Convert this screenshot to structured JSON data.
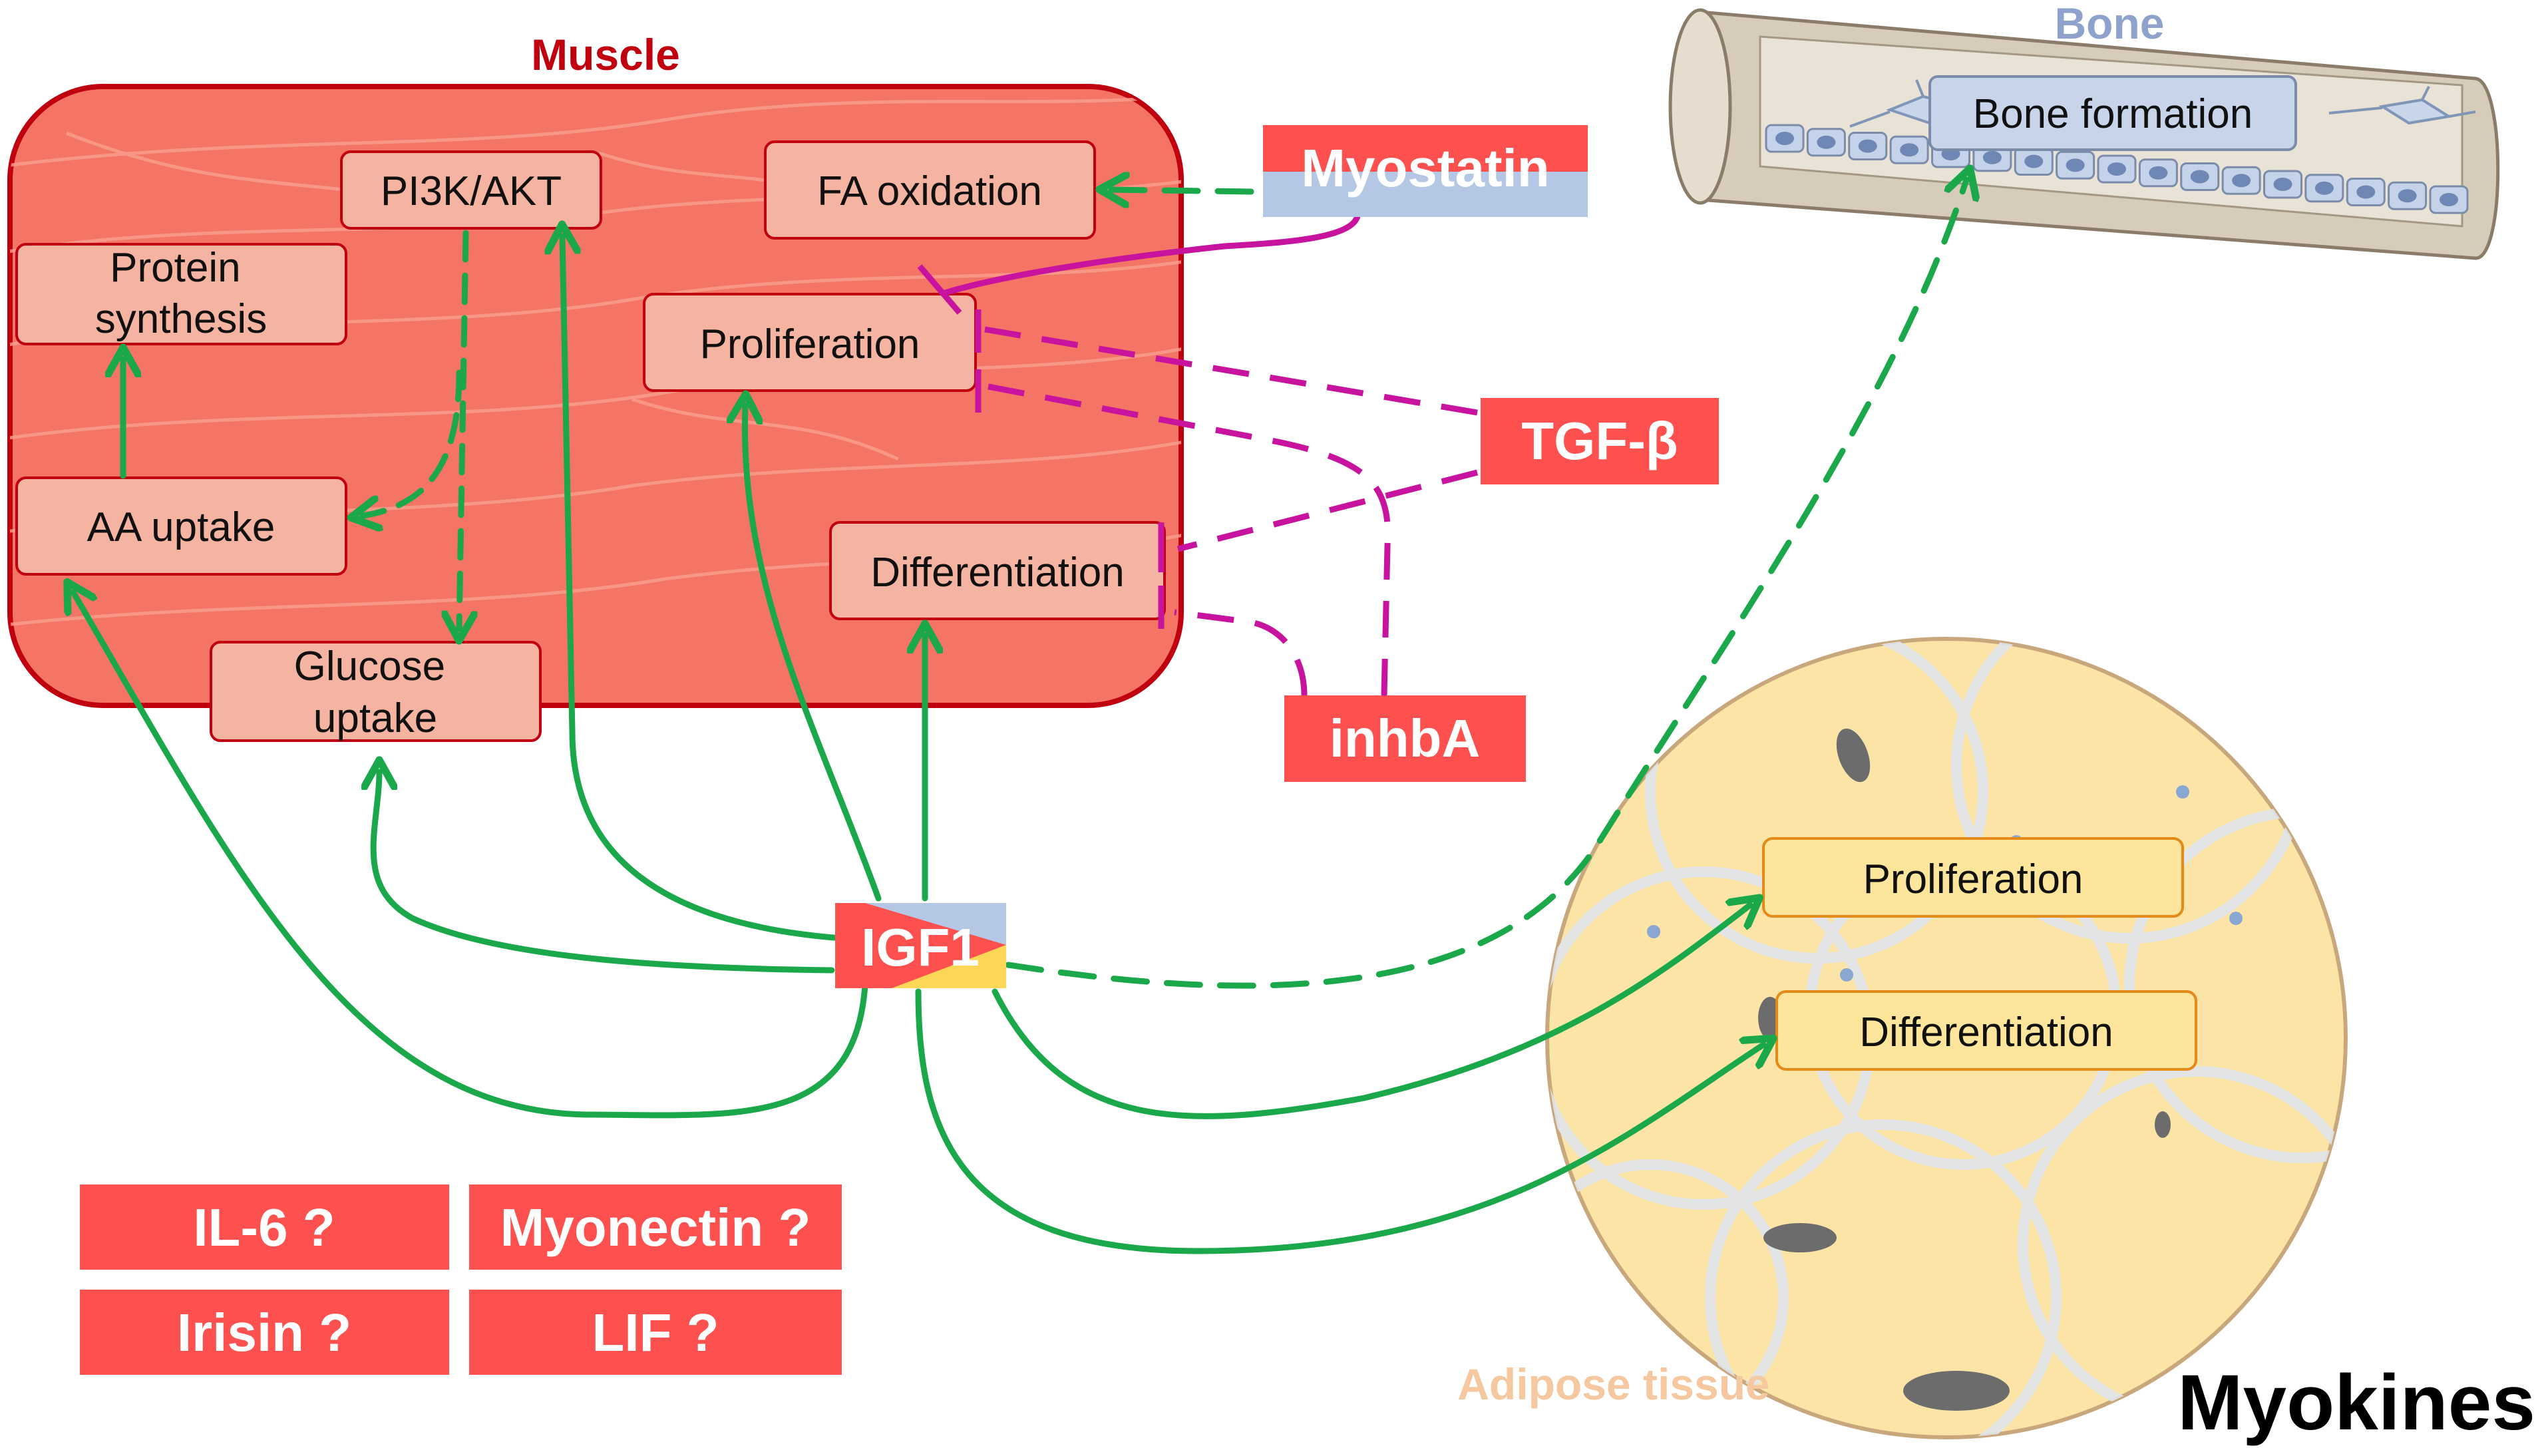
{
  "colors": {
    "muscle_fill": "#f47565",
    "muscle_stroke": "#c0000f",
    "muscle_box": "#f5b3a1",
    "tag_red": "#ff5050",
    "tag_blue": "#b4c8e6",
    "tag_yellow": "#fcd656",
    "adipose_fill": "#fbe4a5",
    "adipose_box": "#fde69b",
    "bone_fill": "#d7cbb9",
    "bone_box": "#c8d4ea",
    "activation_green": "#1aa84a",
    "inhibition_magenta": "#c8139e"
  },
  "regions": {
    "muscle": {
      "title": "Muscle",
      "title_color": "#c0000f"
    },
    "bone": {
      "title": "Bone",
      "title_color": "#8ea2cc"
    },
    "adipose": {
      "title": "Adipose tissue",
      "title_color": "#f5c89f"
    }
  },
  "figure_title": "Myokines",
  "muscle_boxes": {
    "protein_synthesis": [
      "Protein",
      "synthesis"
    ],
    "pi3k_akt": "PI3K/AKT",
    "fa_oxidation": "FA oxidation",
    "proliferation": "Proliferation",
    "aa_uptake": "AA uptake",
    "differentiation": "Differentiation",
    "glucose_uptake": [
      "Glucose",
      "uptake"
    ]
  },
  "bone_boxes": {
    "bone_formation": "Bone formation"
  },
  "adipose_boxes": {
    "proliferation": "Proliferation",
    "differentiation": "Differentiation"
  },
  "myokines": {
    "myostatin": "Myostatin",
    "tgf_beta": "TGF-β",
    "inhba": "inhbA",
    "igf1": "IGF1"
  },
  "candidate_myokines": [
    "IL-6 ?",
    "Myonectin ?",
    "Irisin ?",
    "LIF ?"
  ],
  "icons": {
    "activation_arrowhead": "arrow-icon",
    "inhibition_bar": "inhibition-bar-icon"
  }
}
